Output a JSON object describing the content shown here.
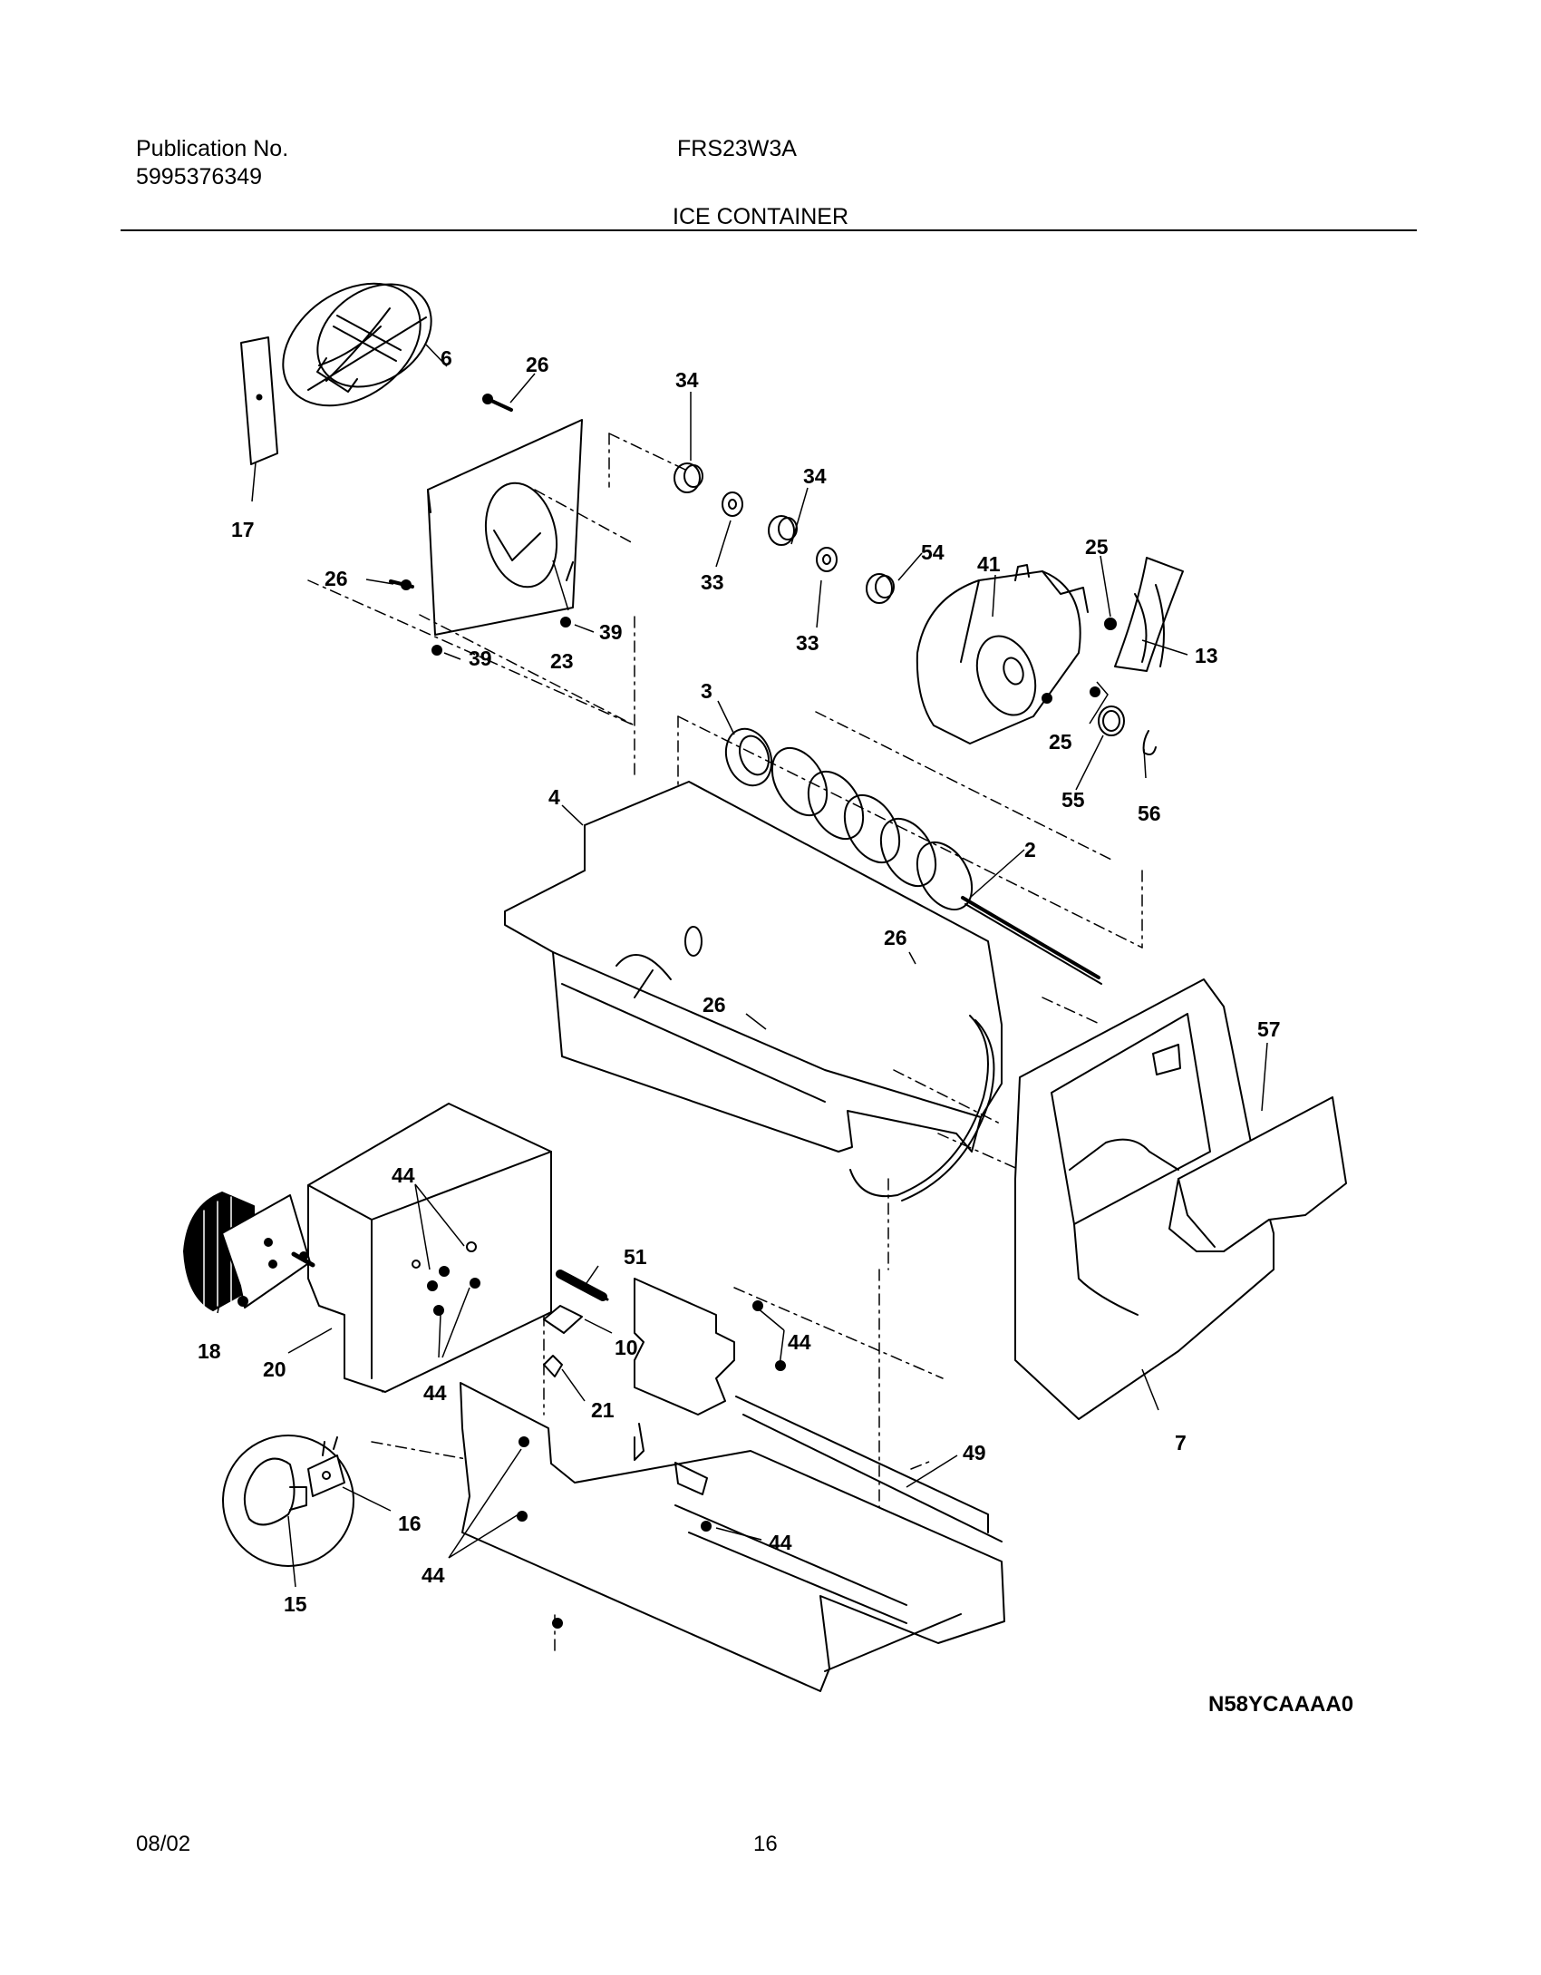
{
  "header": {
    "publication_label": "Publication No.",
    "publication_number": "5995376349",
    "model": "FRS23W3A",
    "section_title": "ICE CONTAINER"
  },
  "callouts": {
    "c6": "6",
    "c26a": "26",
    "c34a": "34",
    "c34b": "34",
    "c17": "17",
    "c33a": "33",
    "c33b": "33",
    "c41": "41",
    "c54": "54",
    "c25a": "25",
    "c13": "13",
    "c26b": "26",
    "c39a": "39",
    "c39b": "39",
    "c23": "23",
    "c3": "3",
    "c25b": "25",
    "c55": "55",
    "c56": "56",
    "c4": "4",
    "c2": "2",
    "c26c": "26",
    "c26d": "26",
    "c57": "57",
    "c44a": "44",
    "c51": "51",
    "c18": "18",
    "c20": "20",
    "c44b": "44",
    "c10": "10",
    "c44c": "44",
    "c21": "21",
    "c7": "7",
    "c49": "49",
    "c16": "16",
    "c44d": "44",
    "c44e": "44",
    "c15": "15"
  },
  "footer": {
    "drawing_code": "N58YCAAAA0",
    "date": "08/02",
    "page_number": "16"
  }
}
